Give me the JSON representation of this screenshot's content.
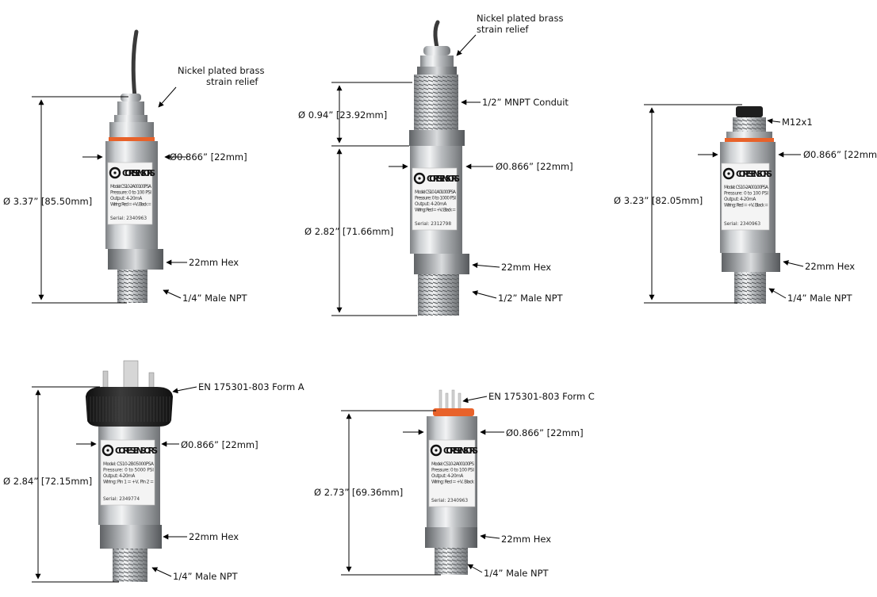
{
  "brand": {
    "logo_text": "CORE SENSORS",
    "label_model": "Model:",
    "label_pressure": "Pressure:",
    "label_output": "Output:",
    "label_wiring": "Wiring:",
    "label_serial": "Serial:"
  },
  "colors": {
    "steel_dark": "#8a8d90",
    "steel_light": "#e9ebec",
    "orange_ring": "#e8622a",
    "connector_black": "#1e1e1e",
    "cable": "#3a3a3a",
    "line": "#000000"
  },
  "sensors": [
    {
      "id": "cable-quarter-npt",
      "overall_dim": "Ø 3.37” [85.50mm]",
      "strain_relief": [
        "Nickel plated brass",
        "strain relief"
      ],
      "diameter": "Ø0.866” [22mm]",
      "hex": "22mm Hex",
      "thread": "1/4” Male NPT",
      "label_model": "CS10-2A00100PSA",
      "label_pressure": "0 to 100 PSI",
      "label_output": "4-20mA",
      "label_wiring": "Red = +V, Black =",
      "label_serial": "2340963"
    },
    {
      "id": "conduit-half-npt",
      "conduit_dim": "Ø 0.94” [23.92mm]",
      "body_dim": "Ø 2.82” [71.66mm]",
      "strain_relief": [
        "Nickel plated brass",
        "strain relief"
      ],
      "conduit": "1/2” MNPT Conduit",
      "diameter": "Ø0.866” [22mm]",
      "hex": "22mm Hex",
      "thread": "1/2” Male NPT",
      "label_model": "CS10-1A01000PSA",
      "label_pressure": "0 to 1000 PSI",
      "label_output": "4-20mA",
      "label_wiring": "Red = +V, Black =",
      "label_serial": "2312798"
    },
    {
      "id": "m12-quarter-npt",
      "overall_dim": "Ø 3.23” [82.05mm]",
      "connector": "M12x1",
      "diameter": "Ø0.866” [22mm]",
      "hex": "22mm Hex",
      "thread": "1/4” Male NPT",
      "label_model": "CS10-2A00100PSA",
      "label_pressure": "0 to 100 PSI",
      "label_output": "4-20mA",
      "label_wiring": "Red = +V, Black =",
      "label_serial": "2340963"
    },
    {
      "id": "din-form-a",
      "overall_dim": "Ø 2.84” [72.15mm]",
      "connector": "EN 175301-803 Form A",
      "diameter": "Ø0.866” [22mm]",
      "hex": "22mm Hex",
      "thread": "1/4” Male NPT",
      "label_model": "CS10-2B05000PSA",
      "label_pressure": "0 to 5000 PSI",
      "label_output": "4-20mA",
      "label_wiring": "Pin 1 = +V, Pin 2 =",
      "label_serial": "2349774"
    },
    {
      "id": "din-form-c",
      "overall_dim": "Ø 2.73” [69.36mm]",
      "connector": "EN 175301-803 Form C",
      "diameter": "Ø0.866” [22mm]",
      "hex": "22mm Hex",
      "thread": "1/4” Male NPT",
      "label_model": "CS10-2A00100PS",
      "label_pressure": "0 to 100 PSI",
      "label_output": "4-20mA",
      "label_wiring": "Red = +V, Black",
      "label_serial": "2340963"
    }
  ]
}
